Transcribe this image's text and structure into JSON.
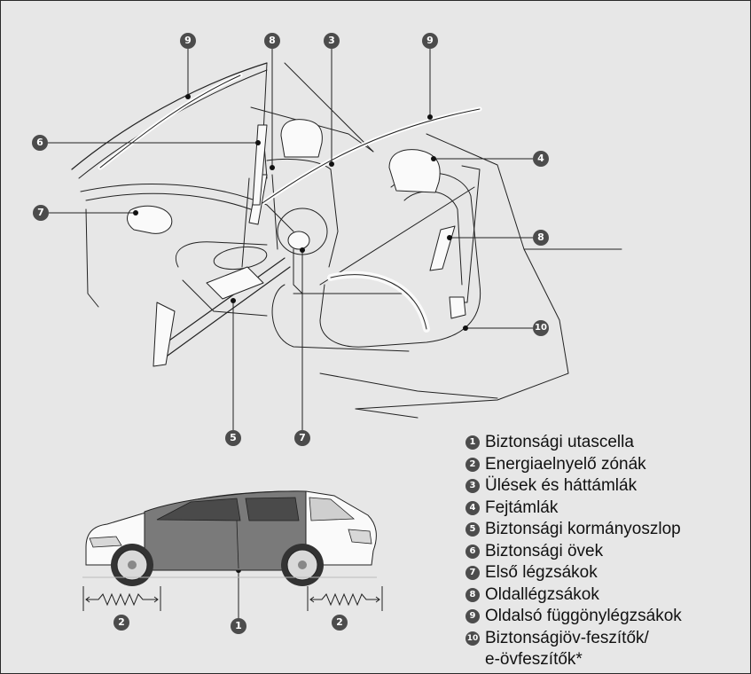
{
  "callouts": {
    "nine_left": "9",
    "eight_top": "8",
    "three_top": "3",
    "nine_right": "9",
    "six": "6",
    "four": "4",
    "seven_left": "7",
    "eight_right": "8",
    "ten": "10",
    "five": "5",
    "seven_bottom": "7",
    "two_left": "2",
    "two_right": "2",
    "one": "1"
  },
  "legend": [
    {
      "num": "1",
      "text": "Biztonsági utascella"
    },
    {
      "num": "2",
      "text": "Energiaelnyelő zónák"
    },
    {
      "num": "3",
      "text": "Ülések és háttámlák"
    },
    {
      "num": "4",
      "text": "Fejtámlák"
    },
    {
      "num": "5",
      "text": "Biztonsági kormányoszlop"
    },
    {
      "num": "6",
      "text": "Biztonsági övek"
    },
    {
      "num": "7",
      "text": "Első légzsákok"
    },
    {
      "num": "8",
      "text": "Oldallégzsákok"
    },
    {
      "num": "9",
      "text": "Oldalsó függönylégzsákok"
    },
    {
      "num": "10",
      "text": "Biztonságiöv-feszítők/",
      "text2": "e-övfeszítők*"
    }
  ],
  "colors": {
    "background": "#e7e7e7",
    "badge": "#4c4c4c",
    "zone_fill": "#7a7a7a"
  }
}
